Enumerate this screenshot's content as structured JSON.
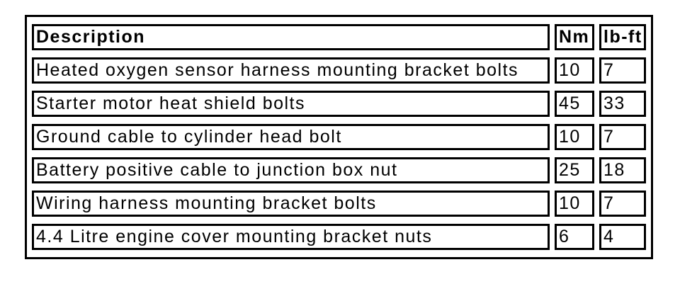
{
  "table": {
    "header": {
      "description": "Description",
      "nm": "Nm",
      "lbft": "lb-ft"
    },
    "rows": [
      {
        "description": "Heated oxygen sensor harness mounting bracket bolts",
        "nm": "10",
        "lbft": "7"
      },
      {
        "description": "Starter motor heat shield bolts",
        "nm": "45",
        "lbft": "33"
      },
      {
        "description": "Ground cable to cylinder head bolt",
        "nm": "10",
        "lbft": "7"
      },
      {
        "description": "Battery positive cable to junction box nut",
        "nm": "25",
        "lbft": "18"
      },
      {
        "description": "Wiring harness mounting bracket bolts",
        "nm": "10",
        "lbft": "7"
      },
      {
        "description": "4.4 Litre engine cover mounting bracket nuts",
        "nm": "6",
        "lbft": "4"
      }
    ],
    "colors": {
      "border": "#000000",
      "background": "#ffffff",
      "text": "#000000"
    }
  }
}
